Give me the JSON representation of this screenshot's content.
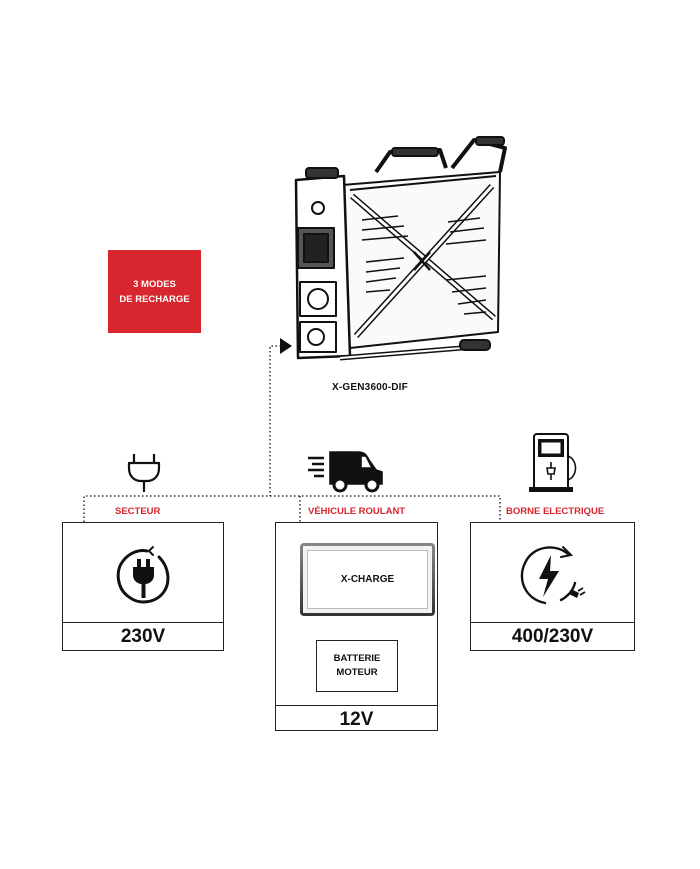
{
  "badge": {
    "line1": "3 MODES",
    "line2": "DE RECHARGE"
  },
  "device": {
    "model": "X-GEN3600-DIF"
  },
  "modes": [
    {
      "title": "SECTEUR",
      "voltage": "230V",
      "icon": "plug-icon"
    },
    {
      "title": "VÉHICULE ROULANT",
      "voltage": "12V",
      "icon": "van-icon",
      "charger_label": "X-CHARGE",
      "battery_line1": "BATTERIE",
      "battery_line2": "MOTEUR"
    },
    {
      "title": "BORNE ELECTRIQUE",
      "voltage": "400/230V",
      "icon": "charging-station-icon"
    }
  ],
  "colors": {
    "accent": "#d8262e",
    "stroke": "#111111"
  }
}
